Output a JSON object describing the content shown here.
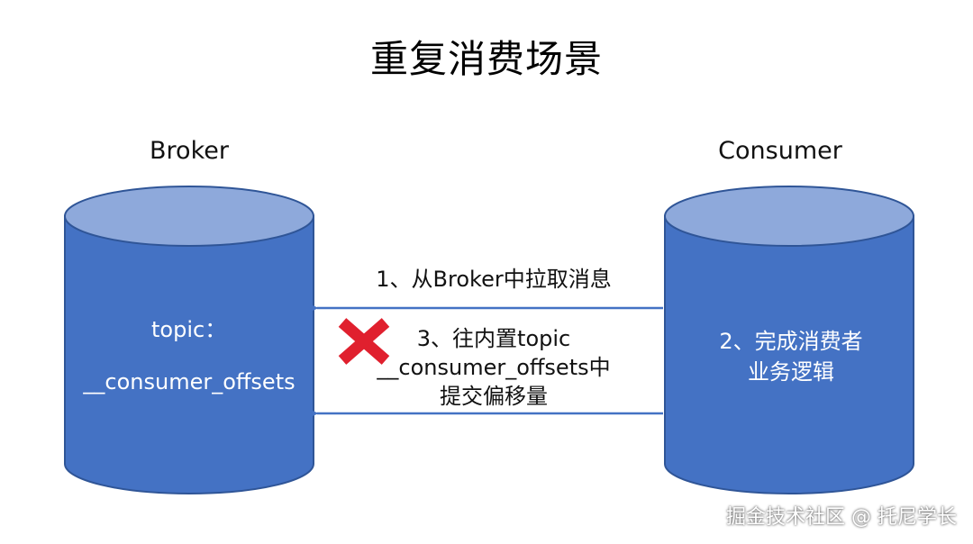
{
  "title": "重复消费场景",
  "broker": {
    "label": "Broker",
    "topic_label": "topic：",
    "offsets_label": "__consumer_offsets"
  },
  "consumer": {
    "label": "Consumer",
    "text_line1": "2、完成消费者",
    "text_line2": "业务逻辑"
  },
  "steps": {
    "step1": "1、从Broker中拉取消息",
    "step3_line1": "3、往内置topic",
    "step3_line2": "__consumer_offsets中",
    "step3_line3": "提交偏移量"
  },
  "watermark": "掘金技术社区 @ 托尼学长",
  "colors": {
    "cylinder_body": "#4472C4",
    "cylinder_top": "#8EA9DB",
    "arrow": "#4472C4",
    "cross": "#E0202E"
  }
}
